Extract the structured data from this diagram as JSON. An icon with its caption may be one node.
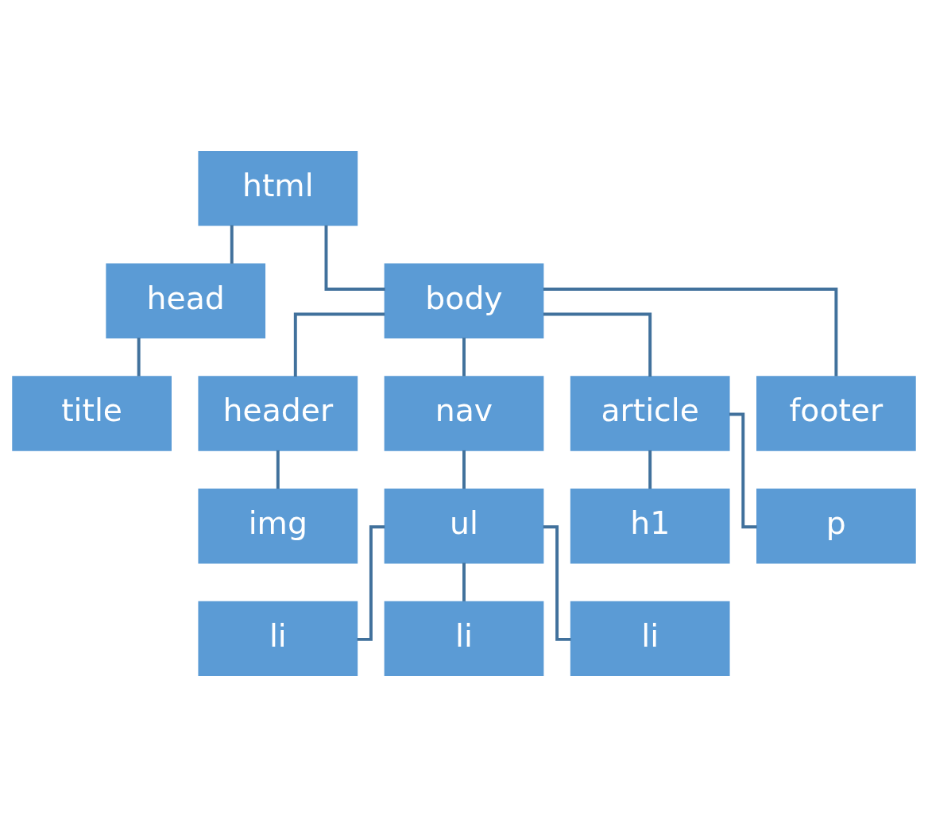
{
  "diagram": {
    "nodes": [
      {
        "text": [
          "html"
        ]
      },
      {
        "text": [
          "head"
        ]
      },
      {
        "text": [
          "body"
        ]
      },
      {
        "text": [
          "title"
        ]
      },
      {
        "text": [
          "header"
        ]
      },
      {
        "text": [
          "nav"
        ]
      },
      {
        "text": [
          "article"
        ]
      },
      {
        "text": [
          "footer"
        ]
      },
      {
        "text": [
          "img"
        ]
      },
      {
        "text": [
          "ul"
        ]
      },
      {
        "text": [
          "h1"
        ]
      },
      {
        "text": [
          "p"
        ]
      },
      {
        "text": [
          "li"
        ]
      },
      {
        "text": [
          "li"
        ]
      },
      {
        "text": [
          "li"
        ]
      }
    ],
    "edges": [
      {
        "from": 0,
        "to": 1,
        "arrow": "none"
      },
      {
        "from": 0,
        "to": 2,
        "arrow": "none"
      },
      {
        "from": 1,
        "to": 3,
        "arrow": "none"
      },
      {
        "from": 2,
        "to": 4,
        "arrow": "none"
      },
      {
        "from": 2,
        "to": 5,
        "arrow": "none"
      },
      {
        "from": 2,
        "to": 6,
        "arrow": "none"
      },
      {
        "from": 2,
        "to": 7,
        "arrow": "none"
      },
      {
        "from": 4,
        "to": 8,
        "arrow": "none"
      },
      {
        "from": 5,
        "to": 9,
        "arrow": "none"
      },
      {
        "from": 6,
        "to": 10,
        "arrow": "none"
      },
      {
        "from": 6,
        "to": 11,
        "arrow": "none"
      },
      {
        "from": 9,
        "to": 12,
        "arrow": "none"
      },
      {
        "from": 9,
        "to": 13,
        "arrow": "none"
      },
      {
        "from": 9,
        "to": 14,
        "arrow": "none"
      }
    ]
  }
}
